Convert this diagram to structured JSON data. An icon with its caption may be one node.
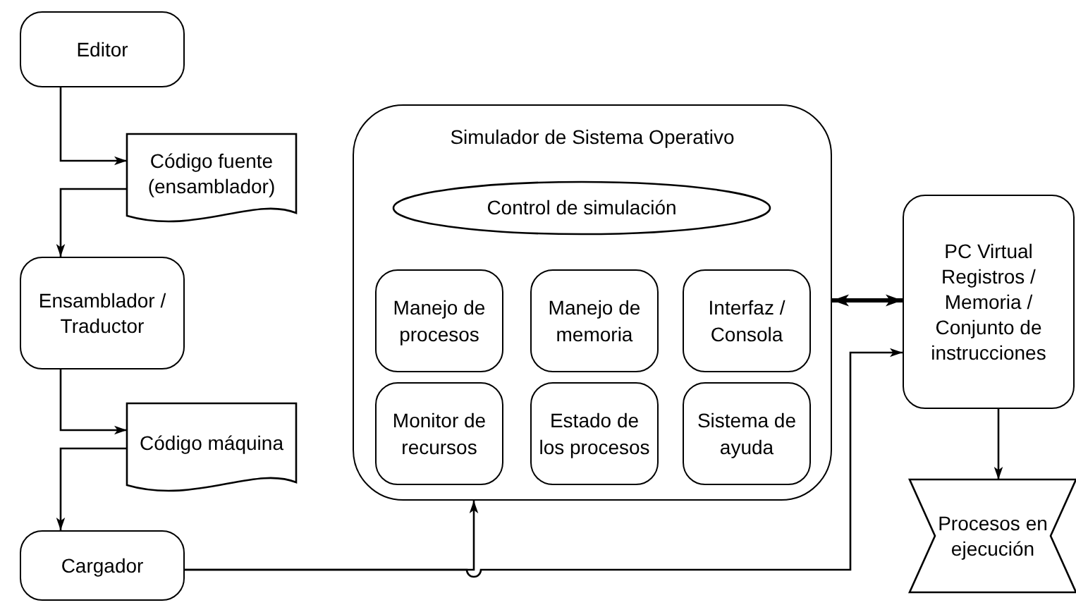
{
  "diagram": {
    "nodes": [
      {
        "text": [
          "Editor"
        ]
      },
      {
        "text": [
          "Código fuente (ensamblador)"
        ]
      },
      {
        "text": [
          "Ensamblador / Traductor"
        ]
      },
      {
        "text": [
          "Código máquina"
        ]
      },
      {
        "text": [
          "Cargador"
        ]
      },
      {
        "text": [
          "Simulador de Sistema Operativo"
        ]
      },
      {
        "text": [
          "Control de simulación"
        ],
        "in": 5
      },
      {
        "text": [
          "Manejo de procesos"
        ],
        "in": 5
      },
      {
        "text": [
          "Manejo de memoria"
        ],
        "in": 5
      },
      {
        "text": [
          "Interfaz / Consola"
        ],
        "in": 5
      },
      {
        "text": [
          "Monitor de recursos"
        ],
        "in": 5
      },
      {
        "text": [
          "Estado de los procesos"
        ],
        "in": 5
      },
      {
        "text": [
          "Sistema de ayuda"
        ],
        "in": 5
      },
      {
        "text": [
          "PC Virtual Registros / Memoria / Conjunto de instrucciones"
        ]
      },
      {
        "text": [
          "Procesos en ejecución"
        ]
      }
    ],
    "edges": [
      {
        "from": 0,
        "to": 1,
        "arrow": "to"
      },
      {
        "from": 1,
        "to": 2,
        "arrow": "to"
      },
      {
        "from": 2,
        "to": 3,
        "arrow": "to"
      },
      {
        "from": 3,
        "to": 4,
        "arrow": "to"
      },
      {
        "from": 4,
        "to": 5,
        "arrow": "to"
      },
      {
        "from": 4,
        "to": 13,
        "arrow": "to"
      },
      {
        "from": 5,
        "to": 13,
        "arrow": "both",
        "style": "thick"
      },
      {
        "from": 13,
        "to": 14,
        "arrow": "to"
      }
    ]
  }
}
